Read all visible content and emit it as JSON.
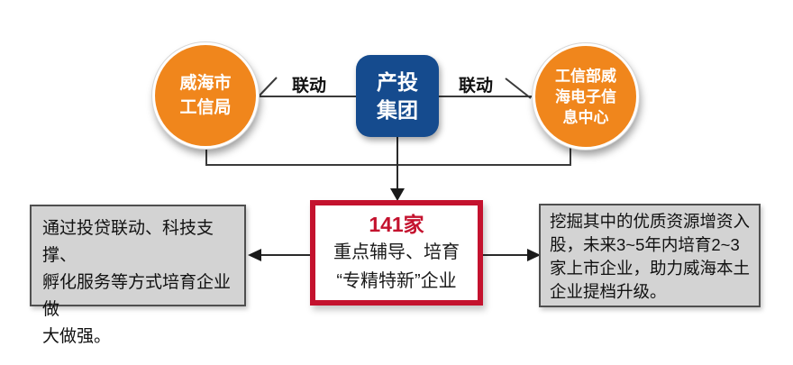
{
  "diagram": {
    "nodes": {
      "left_circle": {
        "lines": [
          "威海市",
          "工信局"
        ]
      },
      "center_box": {
        "lines": [
          "产投",
          "集团"
        ]
      },
      "right_circle": {
        "lines": [
          "工信部威",
          "海电子信",
          "息中心"
        ]
      }
    },
    "links": {
      "left_label": "联动",
      "right_label": "联动"
    },
    "result_box": {
      "headline": "141家",
      "lines": [
        "重点辅导、培育",
        "“专精特新”企业"
      ]
    },
    "left_note": {
      "lines": [
        "通过投贷联动、科技支撑、",
        "孵化服务等方式培育企业做",
        "大做强。"
      ]
    },
    "right_note": {
      "lines": [
        "挖掘其中的优质资源增资入",
        "股，未来3~5年内培育2~3",
        "家上市企业，助力威海本土",
        "企业提档升级。"
      ]
    },
    "colors": {
      "circle_orange": "#F0861C",
      "center_blue": "#154B8E",
      "result_red": "#C4122E",
      "note_gray_fill": "#D3D3D3",
      "note_gray_border": "#4F4F4F",
      "line_color": "#3A3A3A"
    }
  }
}
